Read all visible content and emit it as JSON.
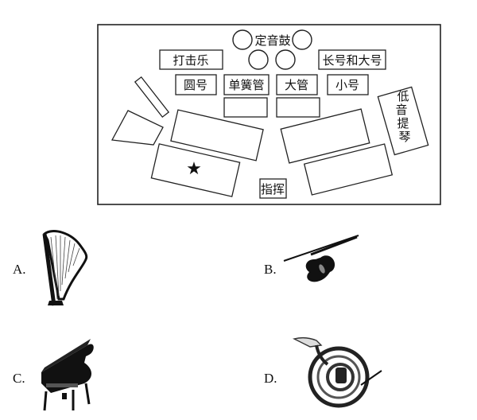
{
  "stage_diagram": {
    "timpani_label": "定音鼓",
    "percussion_label": "打击乐",
    "trumpet_tuba_label": "长号和大号",
    "horn_label": "圆号",
    "clarinet_label": "单簧管",
    "bassoon_label": "大管",
    "small_trumpet_label": "小号",
    "double_bass_label": [
      "低",
      "音",
      "提",
      "琴"
    ],
    "conductor_label": "指挥",
    "star_symbol": "★"
  },
  "options": [
    {
      "letter": "A.",
      "icon": "harp-icon"
    },
    {
      "letter": "B.",
      "icon": "violin-icon"
    },
    {
      "letter": "C.",
      "icon": "grand-piano-icon"
    },
    {
      "letter": "D.",
      "icon": "french-horn-icon"
    }
  ]
}
